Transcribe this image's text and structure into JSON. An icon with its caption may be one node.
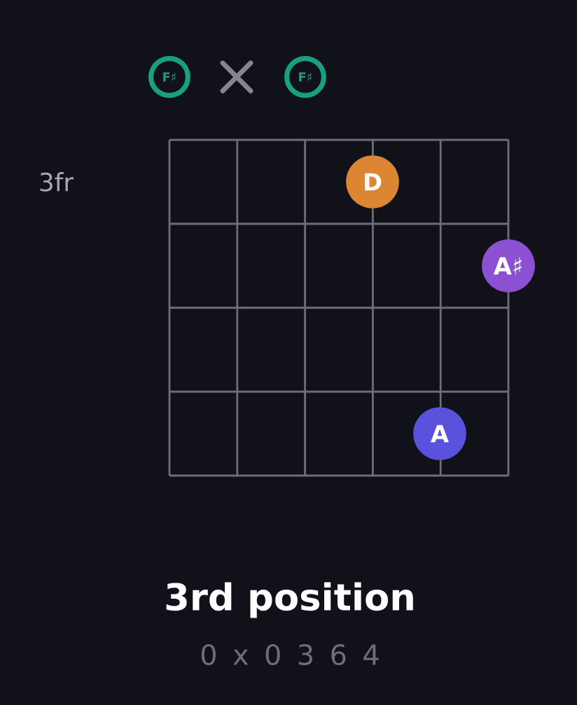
{
  "diagram": {
    "title": "3rd position",
    "nodes": [
      {
        "text": [
          "F♯"
        ]
      },
      {
        "text": [
          "F♯"
        ]
      },
      {
        "text": [
          "D"
        ]
      },
      {
        "text": [
          "A♯"
        ]
      },
      {
        "text": [
          "A"
        ]
      }
    ],
    "labels": [
      "3fr",
      "0 x 0 3 6 4"
    ]
  }
}
